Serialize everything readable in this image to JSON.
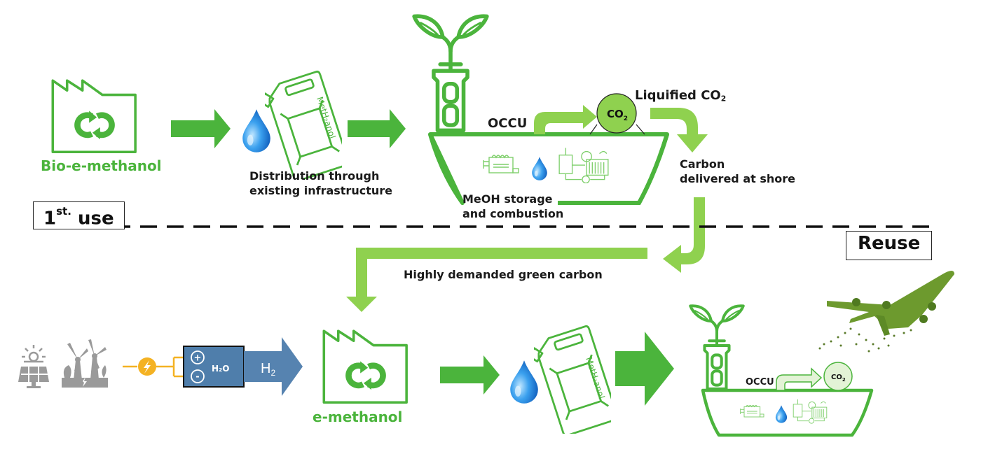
{
  "colors": {
    "green_dark": "#4bb43c",
    "green_light": "#8fd14f",
    "blue_box": "#4f7eab",
    "blue_arrow": "#5683b0",
    "drop_blue": "#2f8fe0",
    "bolt_orange": "#f4b223",
    "gray_icon": "#9a9a9a",
    "divider": "#111111"
  },
  "sections": {
    "top": {
      "label_main": "1",
      "label_sup": "st.",
      "label_rest": "use"
    },
    "bottom": {
      "label": "Reuse"
    }
  },
  "top_row": {
    "plant_label": "Bio-e-methanol",
    "distribution_line1": "Distribution through",
    "distribution_line2": "existing infrastructure",
    "can_text": "MetH₂anol",
    "ship_occu": "OCCU",
    "ship_co2": "CO",
    "ship_co2_sub": "2",
    "liquified_label": "Liquified CO",
    "liquified_sub": "2",
    "storage_line1": "MeOH storage",
    "storage_line2": "and combustion",
    "carbon_line1": "Carbon",
    "carbon_line2": "delivered at shore"
  },
  "connector": {
    "label": "Highly demanded green carbon"
  },
  "bottom_row": {
    "electrolyzer_plus": "+",
    "electrolyzer_minus": "-",
    "electrolyzer_text": "H₂O",
    "h2_arrow_main": "H",
    "h2_arrow_sub": "2",
    "plant_label": "e-methanol",
    "can_text": "MetH₂anol",
    "ship_occu": "OCCU",
    "ship_co2": "CO",
    "ship_co2_sub": "2"
  },
  "icons": [
    "solar-panel-icon",
    "wind-turbine-icon",
    "lightning-bolt-icon",
    "factory-icon",
    "recycle-loop-icon",
    "droplet-icon",
    "jerrycan-icon",
    "plant-sprout-icon",
    "ship-icon",
    "engine-icon",
    "fuel-cell-icon",
    "airplane-icon"
  ]
}
